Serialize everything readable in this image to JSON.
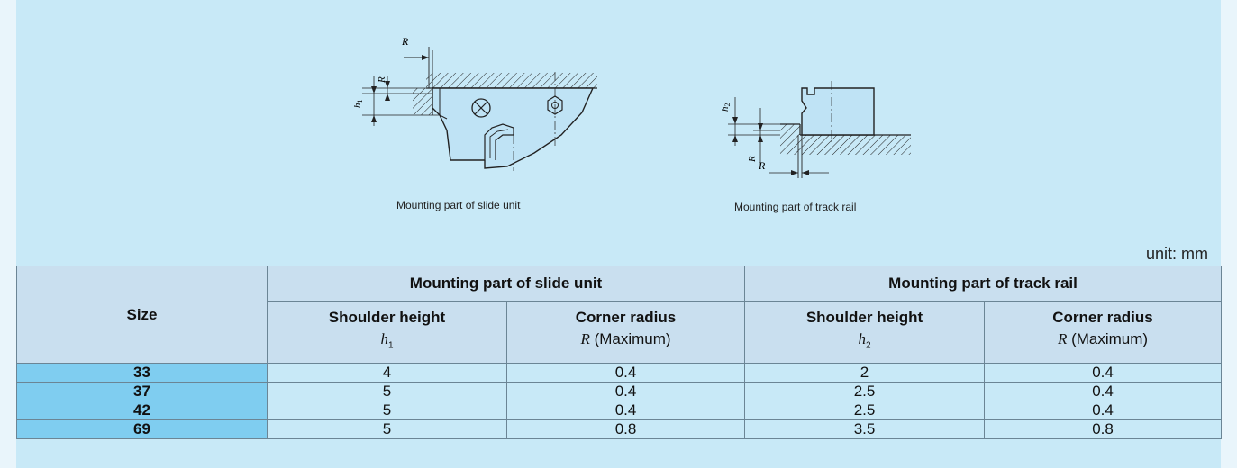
{
  "figure": {
    "left_caption": "Mounting part of slide unit",
    "right_caption": "Mounting part of track rail",
    "labels": {
      "R": "R",
      "h1": "h",
      "h1_sub": "1",
      "h2": "h",
      "h2_sub": "2"
    }
  },
  "unit_label": "unit: mm",
  "table": {
    "size_header": "Size",
    "groups": [
      "Mounting part of slide unit",
      "Mounting part of track rail"
    ],
    "sub_headers": [
      {
        "label": "Shoulder height",
        "sym": "h",
        "sub": "1",
        "extra": ""
      },
      {
        "label": "Corner radius",
        "sym": "R",
        "sub": "",
        "extra": "(Maximum)"
      },
      {
        "label": "Shoulder height",
        "sym": "h",
        "sub": "2",
        "extra": ""
      },
      {
        "label": "Corner radius",
        "sym": "R",
        "sub": "",
        "extra": "(Maximum)"
      }
    ],
    "rows": [
      {
        "size": "33",
        "h1": "4",
        "r1": "0.4",
        "h2": "2",
        "r2": "0.4"
      },
      {
        "size": "37",
        "h1": "5",
        "r1": "0.4",
        "h2": "2.5",
        "r2": "0.4"
      },
      {
        "size": "42",
        "h1": "5",
        "r1": "0.4",
        "h2": "2.5",
        "r2": "0.4"
      },
      {
        "size": "69",
        "h1": "5",
        "r1": "0.8",
        "h2": "3.5",
        "r2": "0.8"
      }
    ]
  }
}
